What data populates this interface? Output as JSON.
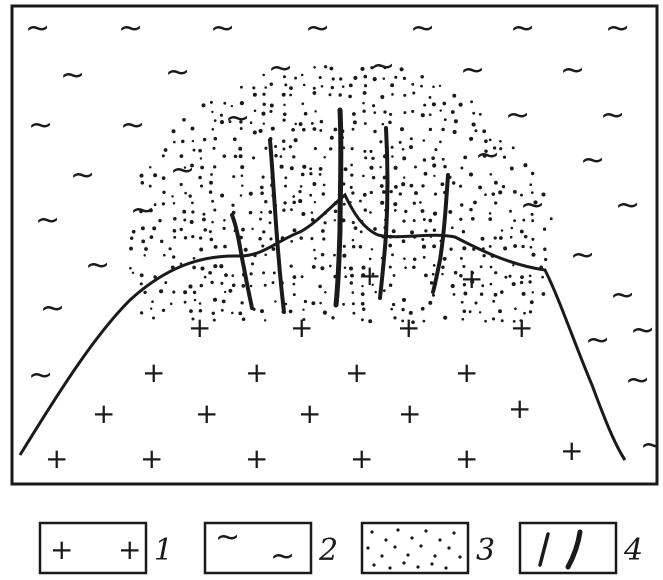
{
  "figure": {
    "legend": [
      {
        "number": "1",
        "symbol": "plus-icon"
      },
      {
        "number": "2",
        "symbol": "tilde-icon"
      },
      {
        "number": "3",
        "symbol": "dots-icon"
      },
      {
        "number": "4",
        "symbol": "vein-lines-icon"
      }
    ],
    "colors": {
      "ink": "#1a1a1a",
      "paper": "#ffffff"
    }
  }
}
